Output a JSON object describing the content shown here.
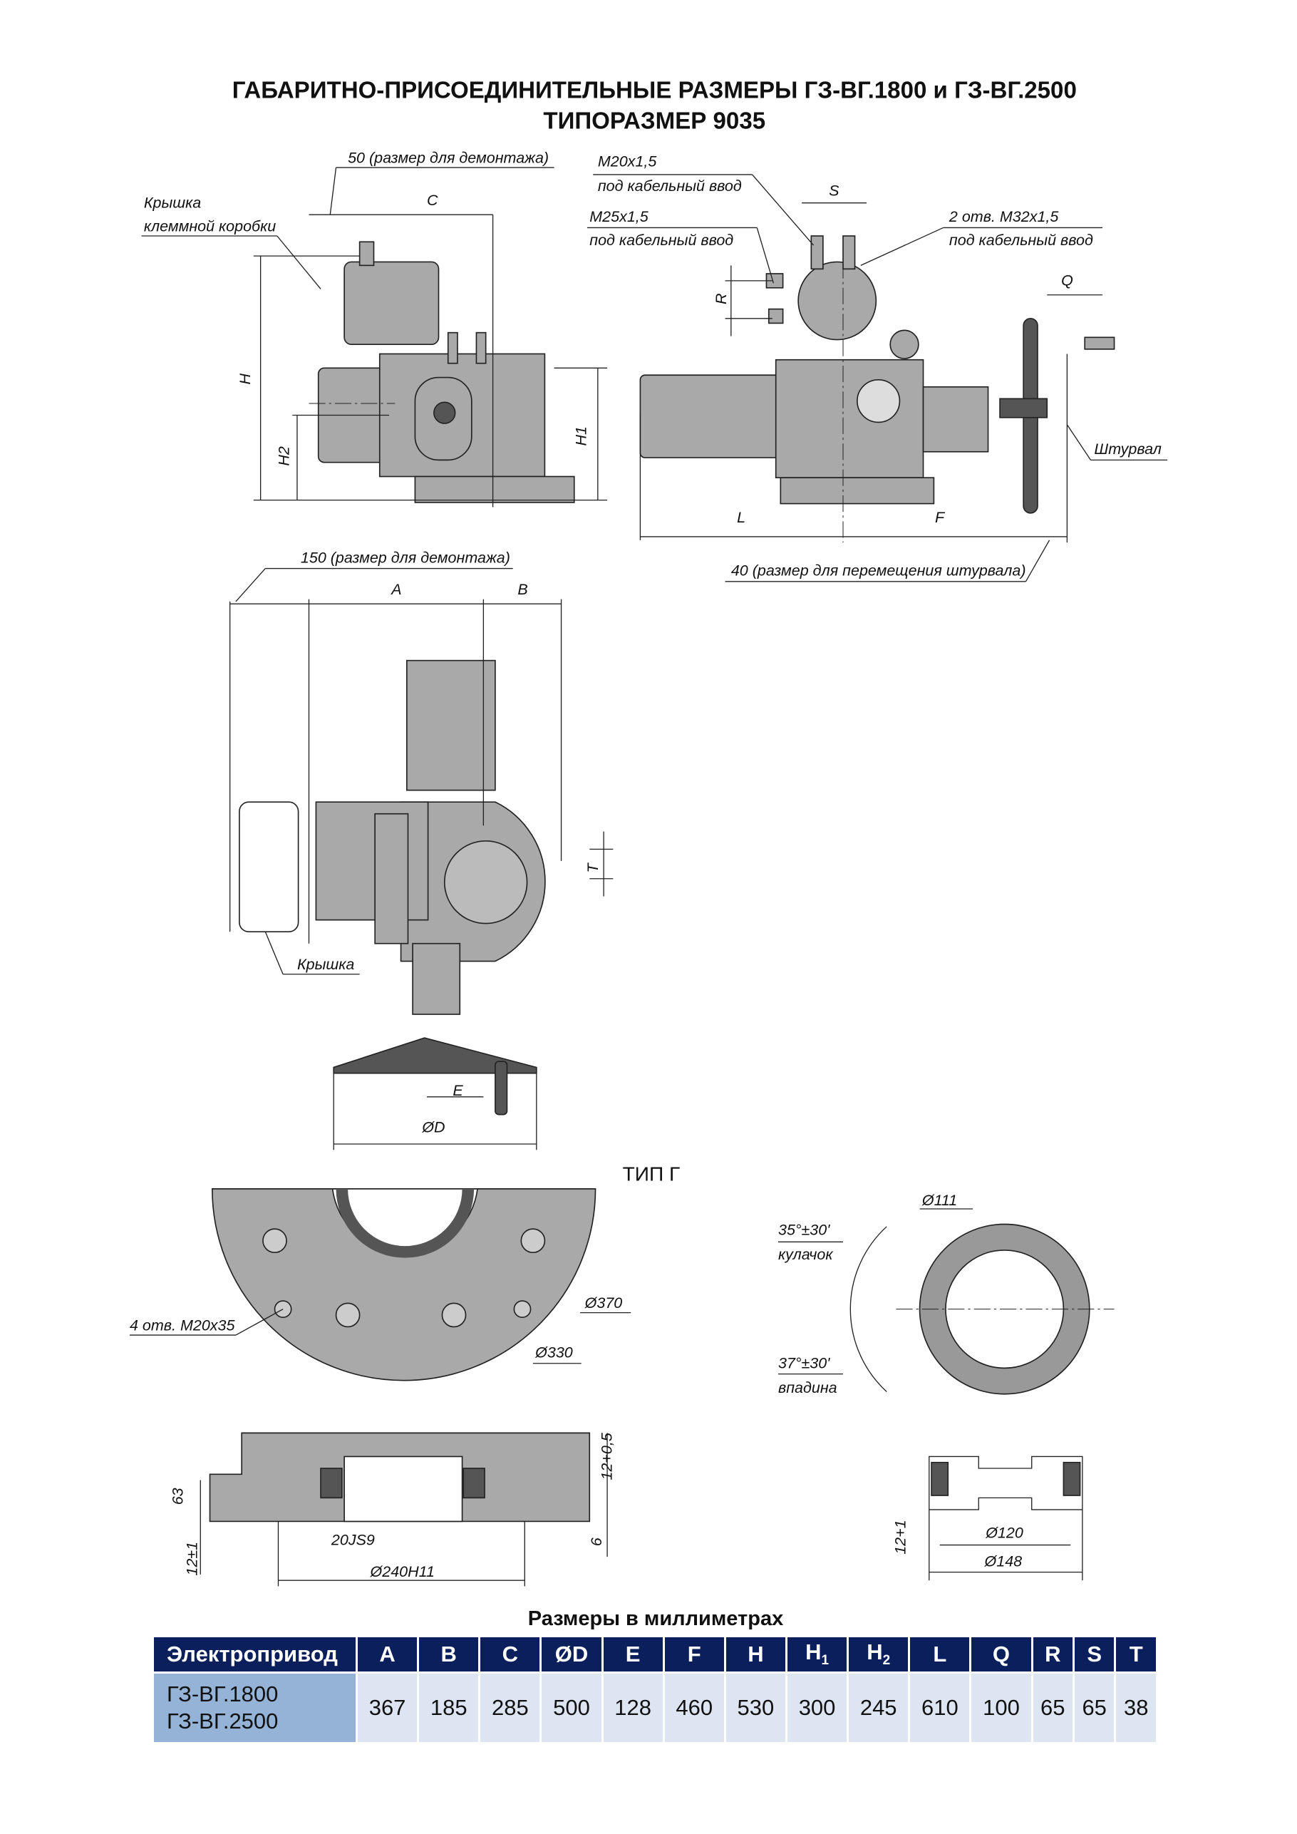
{
  "title": {
    "line1": "ГАБАРИТНО-ПРИСОЕДИНИТЕЛЬНЫЕ РАЗМЕРЫ ГЗ-ВГ.1800 и ГЗ-ВГ.2500",
    "line2": "ТИПОРАЗМЕР 9035"
  },
  "drawing_labels": {
    "dismount_50": "50 (размер для демонтажа)",
    "cover_line1": "Крышка",
    "cover_line2": "клеммной коробки",
    "C": "C",
    "m20_line1": "M20x1,5",
    "m20_line2": "под кабельный ввод",
    "S": "S",
    "m25_line1": "M25x1,5",
    "m25_line2": "под кабельный ввод",
    "m32_line1": "2 отв. M32x1,5",
    "m32_line2": "под кабельный ввод",
    "R": "R",
    "Q": "Q",
    "H": "H",
    "H2": "H2",
    "H1": "H1",
    "handwheel": "Штурвал",
    "L": "L",
    "F": "F",
    "handwheel_move_40": "40 (размер для перемещения штурвала)",
    "dismount_150": "150 (размер для демонтажа)",
    "A": "A",
    "B": "B",
    "T": "T",
    "cover": "Крышка",
    "E": "E",
    "D": "ØD",
    "type": "ТИП Г",
    "d111": "Ø111",
    "cam_angle": "35°±30'",
    "cam": "кулачок",
    "d370": "Ø370",
    "holes": "4 отв. M20x35",
    "d330": "Ø330",
    "groove_angle": "37°±30'",
    "groove": "впадина",
    "dim_12_05": "12+0,5",
    "dim_63": "63",
    "dim_20js9": "20JS9",
    "dim_6": "6",
    "dim_12_1": "12±1",
    "d240": "Ø240H11",
    "d120": "Ø120",
    "d148": "Ø148",
    "dim_12_1b": "12+1"
  },
  "table": {
    "caption": "Размеры в миллиметрах",
    "header_first": "Электропривод",
    "columns": [
      "A",
      "B",
      "C",
      "ØD",
      "E",
      "F",
      "H",
      "H",
      "H",
      "L",
      "Q",
      "R",
      "S",
      "T"
    ],
    "subscripts": {
      "7": "1",
      "8": "2"
    },
    "model_line1": "ГЗ-ВГ.1800",
    "model_line2": "ГЗ-ВГ.2500",
    "values": [
      "367",
      "185",
      "285",
      "500",
      "128",
      "460",
      "530",
      "300",
      "245",
      "610",
      "100",
      "65",
      "65",
      "38"
    ]
  }
}
